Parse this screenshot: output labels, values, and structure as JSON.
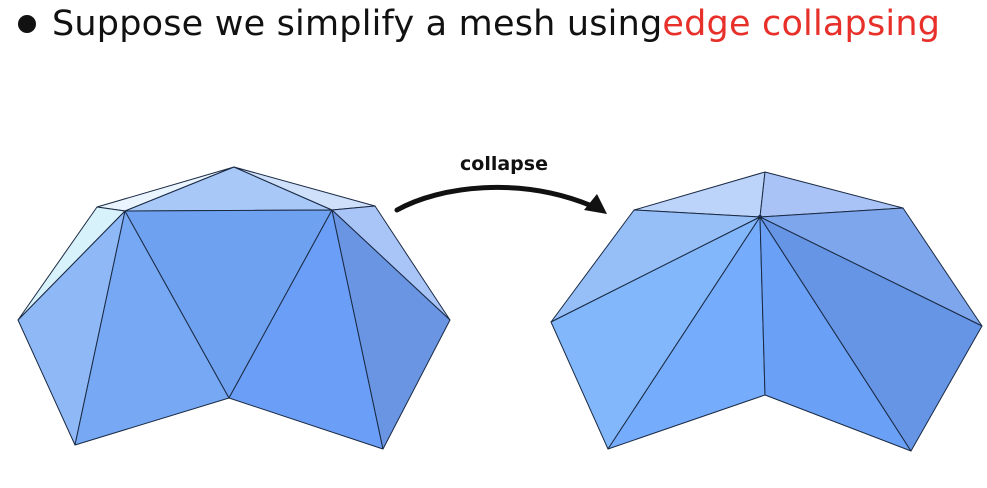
{
  "slide": {
    "bullet_text": "Suppose we simplify a mesh using ",
    "highlight_text": "edge collapsing",
    "highlight_color": "#e8302a"
  },
  "diagram": {
    "arrow_label": "collapse",
    "left_mesh": "mesh-before-collapse",
    "right_mesh": "mesh-after-collapse",
    "mesh_color": "#6fa3f5"
  }
}
